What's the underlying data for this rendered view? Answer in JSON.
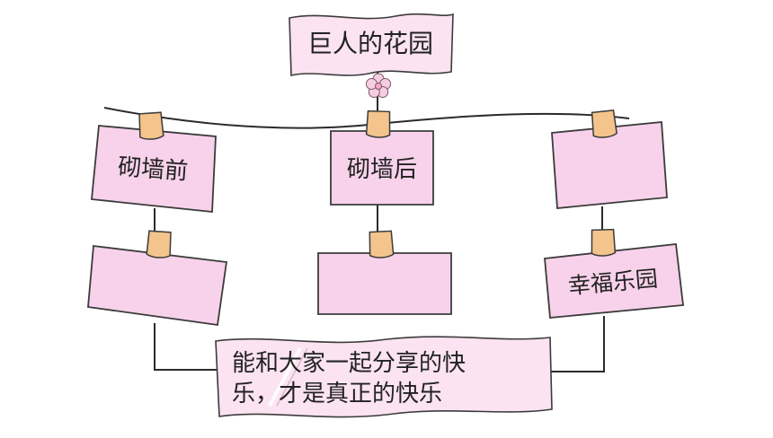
{
  "title": "巨人的花园",
  "cards": {
    "before_wall": "砌墙前",
    "after_wall": "砌墙后",
    "right_top": "",
    "left_bottom": "",
    "center_bottom": "",
    "happy_garden": "幸福乐园"
  },
  "conclusion": {
    "line1": "能和大家一起分享的快",
    "line2": "乐，才是真正的快乐"
  },
  "colors": {
    "card_fill": "#f7d2ea",
    "card_stroke": "#3b3b3b",
    "clip_fill": "#f3c48b",
    "banner_fill": "#fbe3f1",
    "flower_fill": "#f6cde2"
  }
}
